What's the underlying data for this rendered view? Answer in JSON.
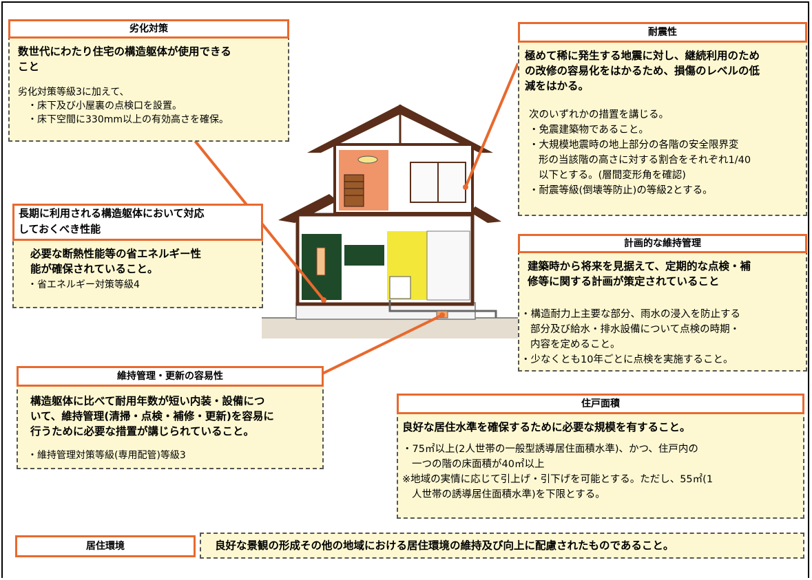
{
  "colors": {
    "accent": "#e8692e",
    "box_fill": "#fdf8d2",
    "box_border": "#555555"
  },
  "deterioration": {
    "title": "劣化対策",
    "lead": [
      "数世代にわたり住宅の構造躯体が使用できる",
      "こと"
    ],
    "body": [
      "劣化対策等級3に加えて、",
      "・床下及び小屋裏の点検口を設置。",
      "・床下空間に330mm以上の有効高さを確保。"
    ]
  },
  "seismic": {
    "title": "耐震性",
    "lead": [
      "極めて稀に発生する地震に対し、継続利用のため",
      "の改修の容易化をはかるため、損傷のレベルの低",
      "減をはかる。"
    ],
    "body": [
      "次のいずれかの措置を講じる。",
      "・免震建築物であること。",
      "・大規模地震時の地上部分の各階の安全限界変",
      "形の当該階の高さに対する割合をそれぞれ1/40",
      "以下とする。(層間変形角を確認)",
      "・耐震等級(倒壊等防止)の等級2とする。"
    ]
  },
  "energy": {
    "title": [
      "長期に利用される構造躯体において対応",
      "しておくべき性能"
    ],
    "lead": [
      "必要な断熱性能等の省エネルギー性",
      "能が確保されていること。"
    ],
    "body": [
      "・省エネルギー対策等級4"
    ]
  },
  "maintenance_plan": {
    "title": "計画的な維持管理",
    "lead": [
      "建築時から将来を見据えて、定期的な点検・補",
      "修等に関する計画が策定されていること"
    ],
    "body": [
      "・構造耐力上主要な部分、雨水の浸入を防止する",
      "部分及び給水・排水設備について点検の時期・",
      "内容を定めること。",
      "・少なくとも10年ごとに点検を実施すること。"
    ]
  },
  "maintenance_ease": {
    "title": "維持管理・更新の容易性",
    "lead": [
      "構造躯体に比べて耐用年数が短い内装・設備につ",
      "いて、維持管理(清掃・点検・補修・更新)を容易に",
      "行うために必要な措置が講じられていること。"
    ],
    "body": [
      "・維持管理対策等級(専用配管)等級3"
    ]
  },
  "floor_area": {
    "title": "住戸面積",
    "lead": [
      "良好な居住水準を確保するために必要な規模を有すること。"
    ],
    "body": [
      "・75㎡以上(2人世帯の一般型誘導居住面積水準)、かつ、住戸内の",
      "一つの階の床面積が40㎡以上",
      "※地域の実情に応じて引上げ・引下げを可能とする。ただし、55㎡(1",
      "人世帯の誘導居住面積水準)を下限とする。"
    ]
  },
  "living_env": {
    "title": "居住環境",
    "text": "良好な景観の形成その他の地域における居住環境の維持及び向上に配慮されたものであること。"
  }
}
